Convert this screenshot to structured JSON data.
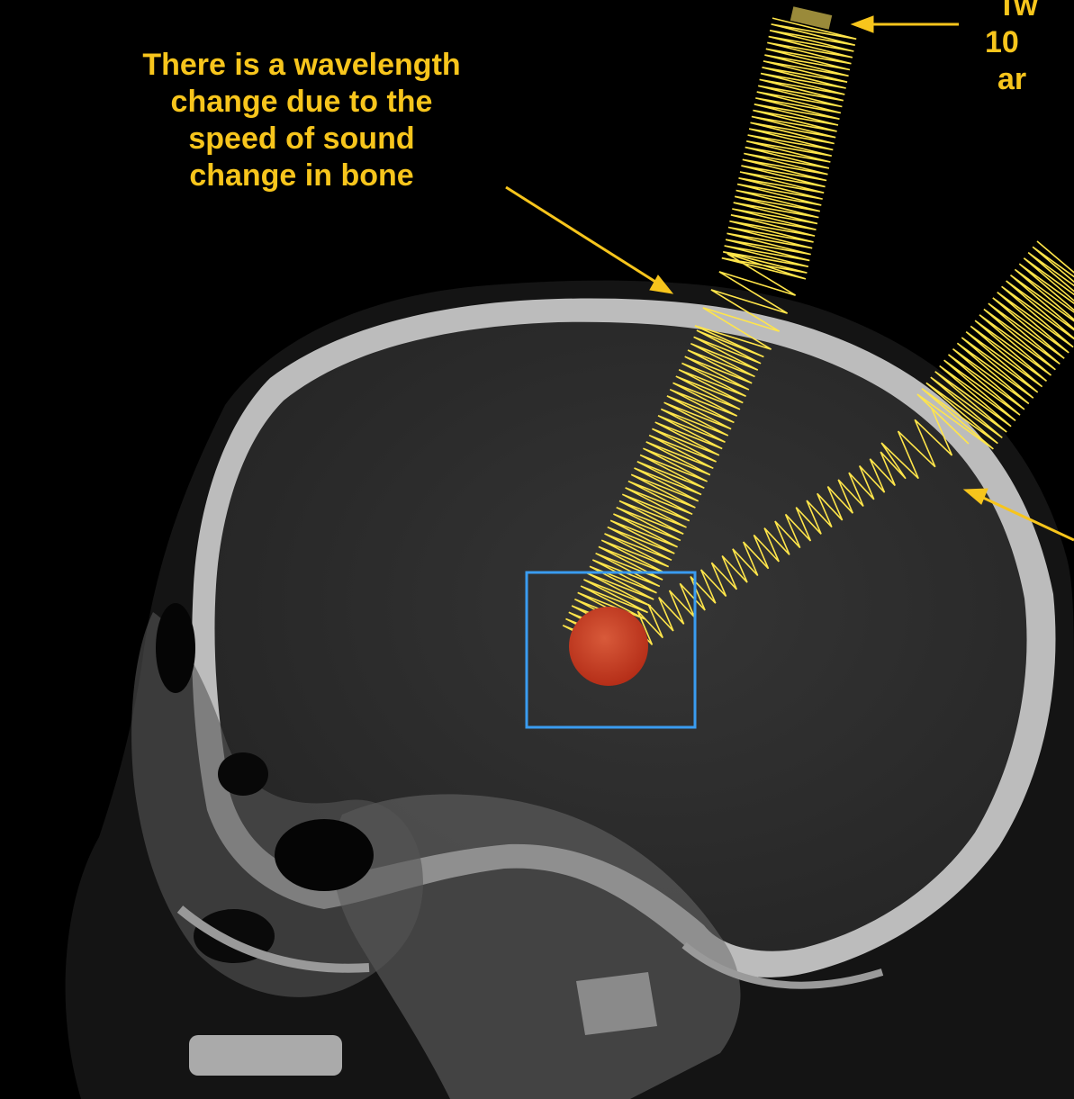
{
  "annotations": {
    "wavelength_note": [
      "There is a wavelength",
      "change due to the",
      "speed of sound",
      "change in bone"
    ],
    "top_right_note": [
      "Tw",
      "10",
      "ar"
    ]
  },
  "colors": {
    "background": "#000000",
    "annotation_text": "#f7c51c",
    "arrow": "#f7c51c",
    "wave": "#ffe54a",
    "target_box": "#3a9cf0",
    "target_spot": "#c4381f",
    "transducer": "#9a8a3a",
    "bone": "#bdbdbd",
    "brain": "#2f2f2f"
  },
  "icons": {
    "transducer": "transducer-element-icon",
    "focal_target": "target-spot-icon"
  }
}
